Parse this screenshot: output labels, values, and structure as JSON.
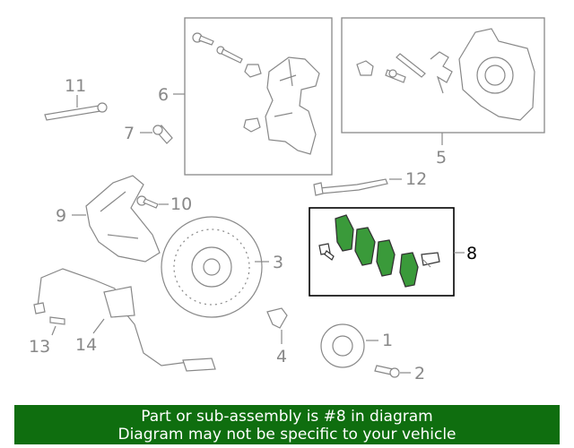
{
  "labels": {
    "l1": "1",
    "l2": "2",
    "l3": "3",
    "l4": "4",
    "l5": "5",
    "l6": "6",
    "l7": "7",
    "l8": "8",
    "l9": "9",
    "l10": "10",
    "l11": "11",
    "l12": "12",
    "l13": "13",
    "l14": "14"
  },
  "highlight_part": "8",
  "colors": {
    "highlight": "#3a9a3a",
    "banner": "#0f6e0f",
    "parts": "#888888"
  },
  "footer": {
    "line1": "Part or sub-assembly is #8 in diagram",
    "line2": "Diagram may not be specific to your vehicle"
  }
}
